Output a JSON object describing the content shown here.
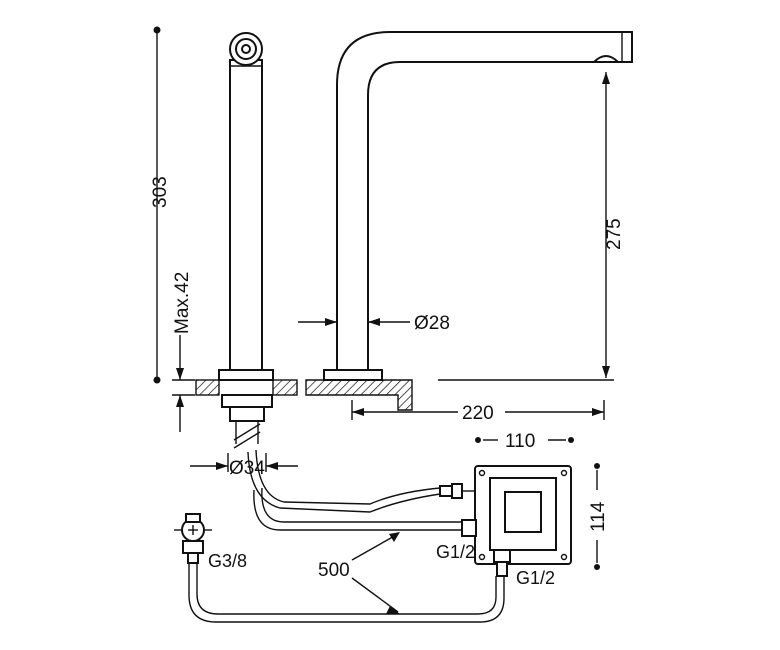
{
  "dimensions": {
    "height_total": "303",
    "max_thickness": "Max.42",
    "spout_height": "275",
    "pipe_diameter": "Ø28",
    "hole_diameter": "Ø34",
    "reach": "220",
    "box_width": "110",
    "box_height": "114",
    "hose_length": "500"
  },
  "connections": {
    "inlet_valve": "G3/8",
    "box_inlet": "G1/2",
    "box_outlet": "G1/2"
  }
}
